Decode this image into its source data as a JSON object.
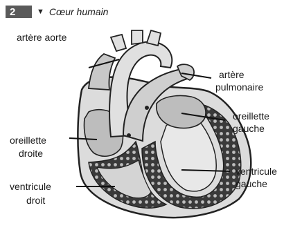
{
  "figure": {
    "number": "2",
    "caret": "▼",
    "title": "Cœur humain"
  },
  "labels": {
    "aorte": "artère aorte",
    "pulmonaire_1": "artère",
    "pulmonaire_2": "pulmonaire",
    "oreillette_g_1": "oreillette",
    "oreillette_g_2": "gauche",
    "oreillette_d_1": "oreillette",
    "oreillette_d_2": "droite",
    "ventricule_g_1": "ventricule",
    "ventricule_g_2": "gauche",
    "ventricule_d_1": "ventricule",
    "ventricule_d_2": "droit"
  }
}
